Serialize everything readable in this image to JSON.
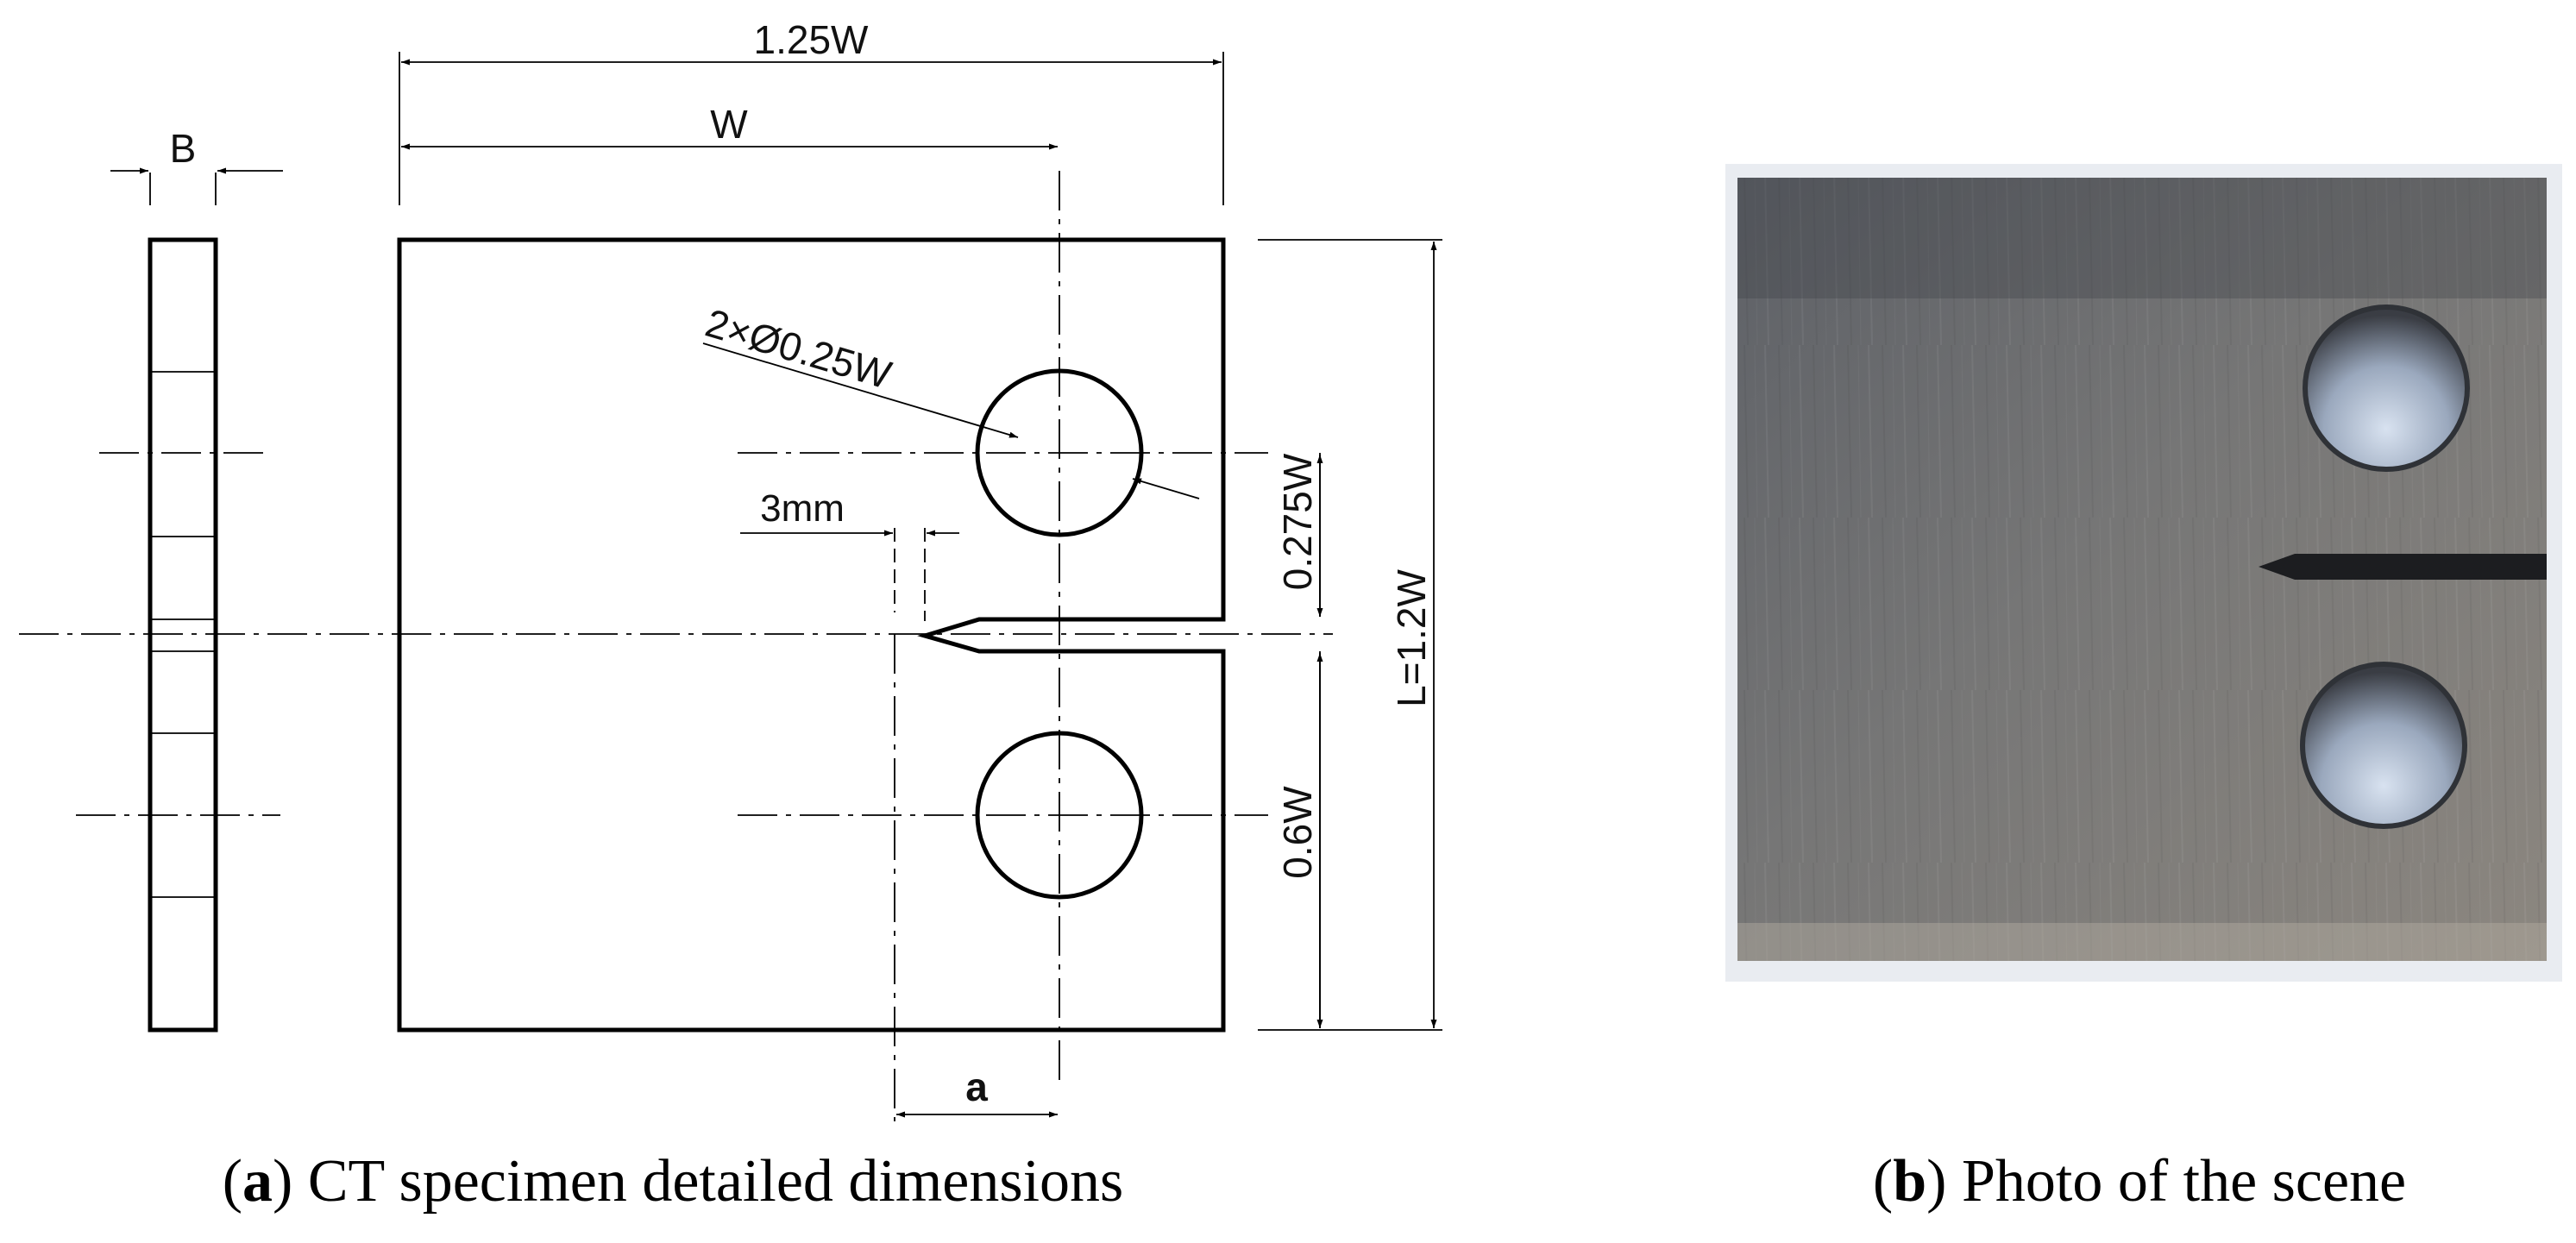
{
  "drawing": {
    "side_view": {
      "thickness_label": "B"
    },
    "front_view": {
      "overall_width_label": "1.25W",
      "width_label": "W",
      "hole_callout": "2×Ø0.25W",
      "notch_label": "3mm",
      "hole_offset_label": "0.275W",
      "hole_spacing_label": "0.6W",
      "height_label": "L=1.2W",
      "crack_label": "a"
    }
  },
  "captions": {
    "a": {
      "letter": "a",
      "text": "CT specimen detailed dimensions"
    },
    "b": {
      "letter": "b",
      "text": "Photo of the scene"
    }
  },
  "photo": {
    "plate_color": "#6f6f6f",
    "hole_highlight": "#b8c6da"
  }
}
